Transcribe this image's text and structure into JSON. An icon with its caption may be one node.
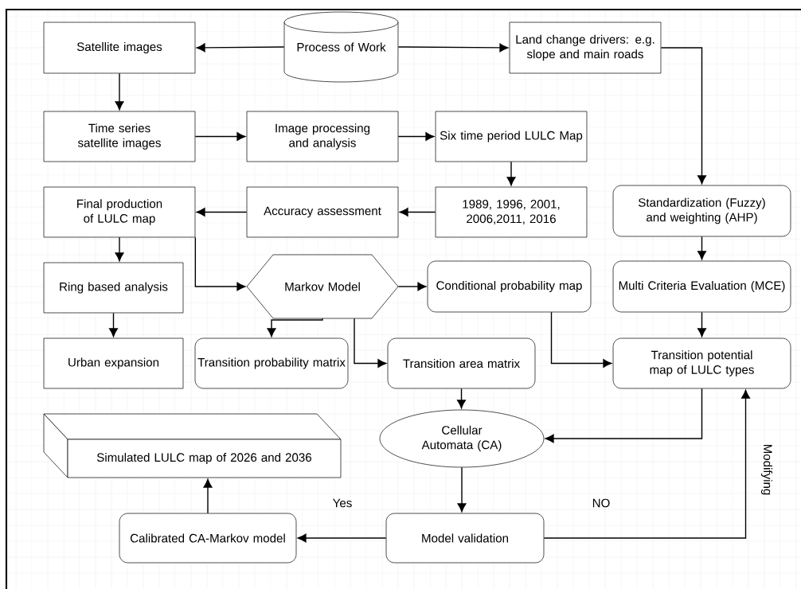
{
  "diagram": {
    "nodes": [
      {
        "text": [
          "Process of Work"
        ]
      },
      {
        "text": [
          "Satellite images"
        ]
      },
      {
        "text": [
          "Land change drivers: e.g. slope and main roads"
        ]
      },
      {
        "text": [
          "Time series satellite images"
        ]
      },
      {
        "text": [
          "Image processing and analysis"
        ]
      },
      {
        "text": [
          "Six time period LULC Map"
        ]
      },
      {
        "text": [
          "1989, 1996, 2001, 2006,2011, 2016"
        ]
      },
      {
        "text": [
          "Accuracy assessment"
        ]
      },
      {
        "text": [
          "Final production of LULC map"
        ]
      },
      {
        "text": [
          "Standardization (Fuzzy) and weighting (AHP)"
        ]
      },
      {
        "text": [
          "Ring based analysis"
        ]
      },
      {
        "text": [
          "Markov Model"
        ]
      },
      {
        "text": [
          "Conditional probability map"
        ]
      },
      {
        "text": [
          "Multi Criteria Evaluation (MCE)"
        ]
      },
      {
        "text": [
          "Urban expansion"
        ]
      },
      {
        "text": [
          "Transition probability matrix"
        ]
      },
      {
        "text": [
          "Transition area matrix"
        ]
      },
      {
        "text": [
          "Transition potential map of LULC types"
        ]
      },
      {
        "text": [
          "Cellular Automata (CA)"
        ]
      },
      {
        "text": [
          "Simulated LULC map of 2026 and 2036"
        ]
      },
      {
        "text": [
          "Calibrated CA-Markov model"
        ]
      },
      {
        "text": [
          "Model validation"
        ]
      }
    ],
    "edges": [
      {
        "from": 0,
        "to": 1,
        "arrow": "to"
      },
      {
        "from": 0,
        "to": 2,
        "arrow": "to"
      },
      {
        "from": 2,
        "to": 9,
        "arrow": "to"
      },
      {
        "from": 1,
        "to": 3,
        "arrow": "to"
      },
      {
        "from": 3,
        "to": 4,
        "arrow": "to"
      },
      {
        "from": 4,
        "to": 5,
        "arrow": "to"
      },
      {
        "from": 5,
        "to": 6,
        "arrow": "to"
      },
      {
        "from": 6,
        "to": 7,
        "arrow": "to"
      },
      {
        "from": 7,
        "to": 8,
        "arrow": "to"
      },
      {
        "from": 9,
        "to": 13,
        "arrow": "to"
      },
      {
        "from": 8,
        "to": 10,
        "arrow": "to"
      },
      {
        "from": 8,
        "to": 11,
        "arrow": "to"
      },
      {
        "from": 11,
        "to": 12,
        "arrow": "to"
      },
      {
        "from": 10,
        "to": 14,
        "arrow": "to"
      },
      {
        "from": 11,
        "to": 15,
        "arrow": "to"
      },
      {
        "from": 11,
        "to": 16,
        "arrow": "to"
      },
      {
        "from": 12,
        "to": 17,
        "arrow": "to"
      },
      {
        "from": 13,
        "to": 17,
        "arrow": "to"
      },
      {
        "from": 16,
        "to": 18,
        "arrow": "to"
      },
      {
        "from": 17,
        "to": 18,
        "arrow": "to"
      },
      {
        "from": 18,
        "to": 21,
        "arrow": "to"
      },
      {
        "from": 21,
        "to": 20,
        "arrow": "to",
        "label": "Yes"
      },
      {
        "from": 20,
        "to": 19,
        "arrow": "to"
      },
      {
        "from": 21,
        "to": 17,
        "arrow": "to",
        "label": "NO"
      }
    ],
    "labels": [
      "Modifying"
    ]
  }
}
